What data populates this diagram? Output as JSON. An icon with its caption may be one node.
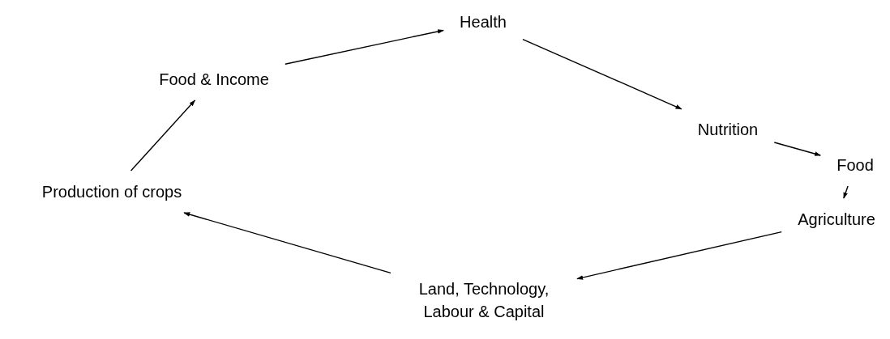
{
  "diagram": {
    "nodes": [
      {
        "text": [
          "Health"
        ]
      },
      {
        "text": [
          "Nutrition"
        ]
      },
      {
        "text": [
          "Food"
        ]
      },
      {
        "text": [
          "Agriculture"
        ]
      },
      {
        "text": [
          "Land, Technology, Labour & Capital"
        ]
      },
      {
        "text": [
          "Production of crops"
        ]
      },
      {
        "text": [
          "Food & Income"
        ]
      }
    ],
    "edges": [
      {
        "from": 6,
        "to": 0,
        "arrow": "to"
      },
      {
        "from": 0,
        "to": 1,
        "arrow": "to"
      },
      {
        "from": 1,
        "to": 2,
        "arrow": "to"
      },
      {
        "from": 2,
        "to": 3,
        "arrow": "to"
      },
      {
        "from": 3,
        "to": 4,
        "arrow": "to"
      },
      {
        "from": 4,
        "to": 5,
        "arrow": "to"
      },
      {
        "from": 5,
        "to": 6,
        "arrow": "to"
      }
    ]
  }
}
